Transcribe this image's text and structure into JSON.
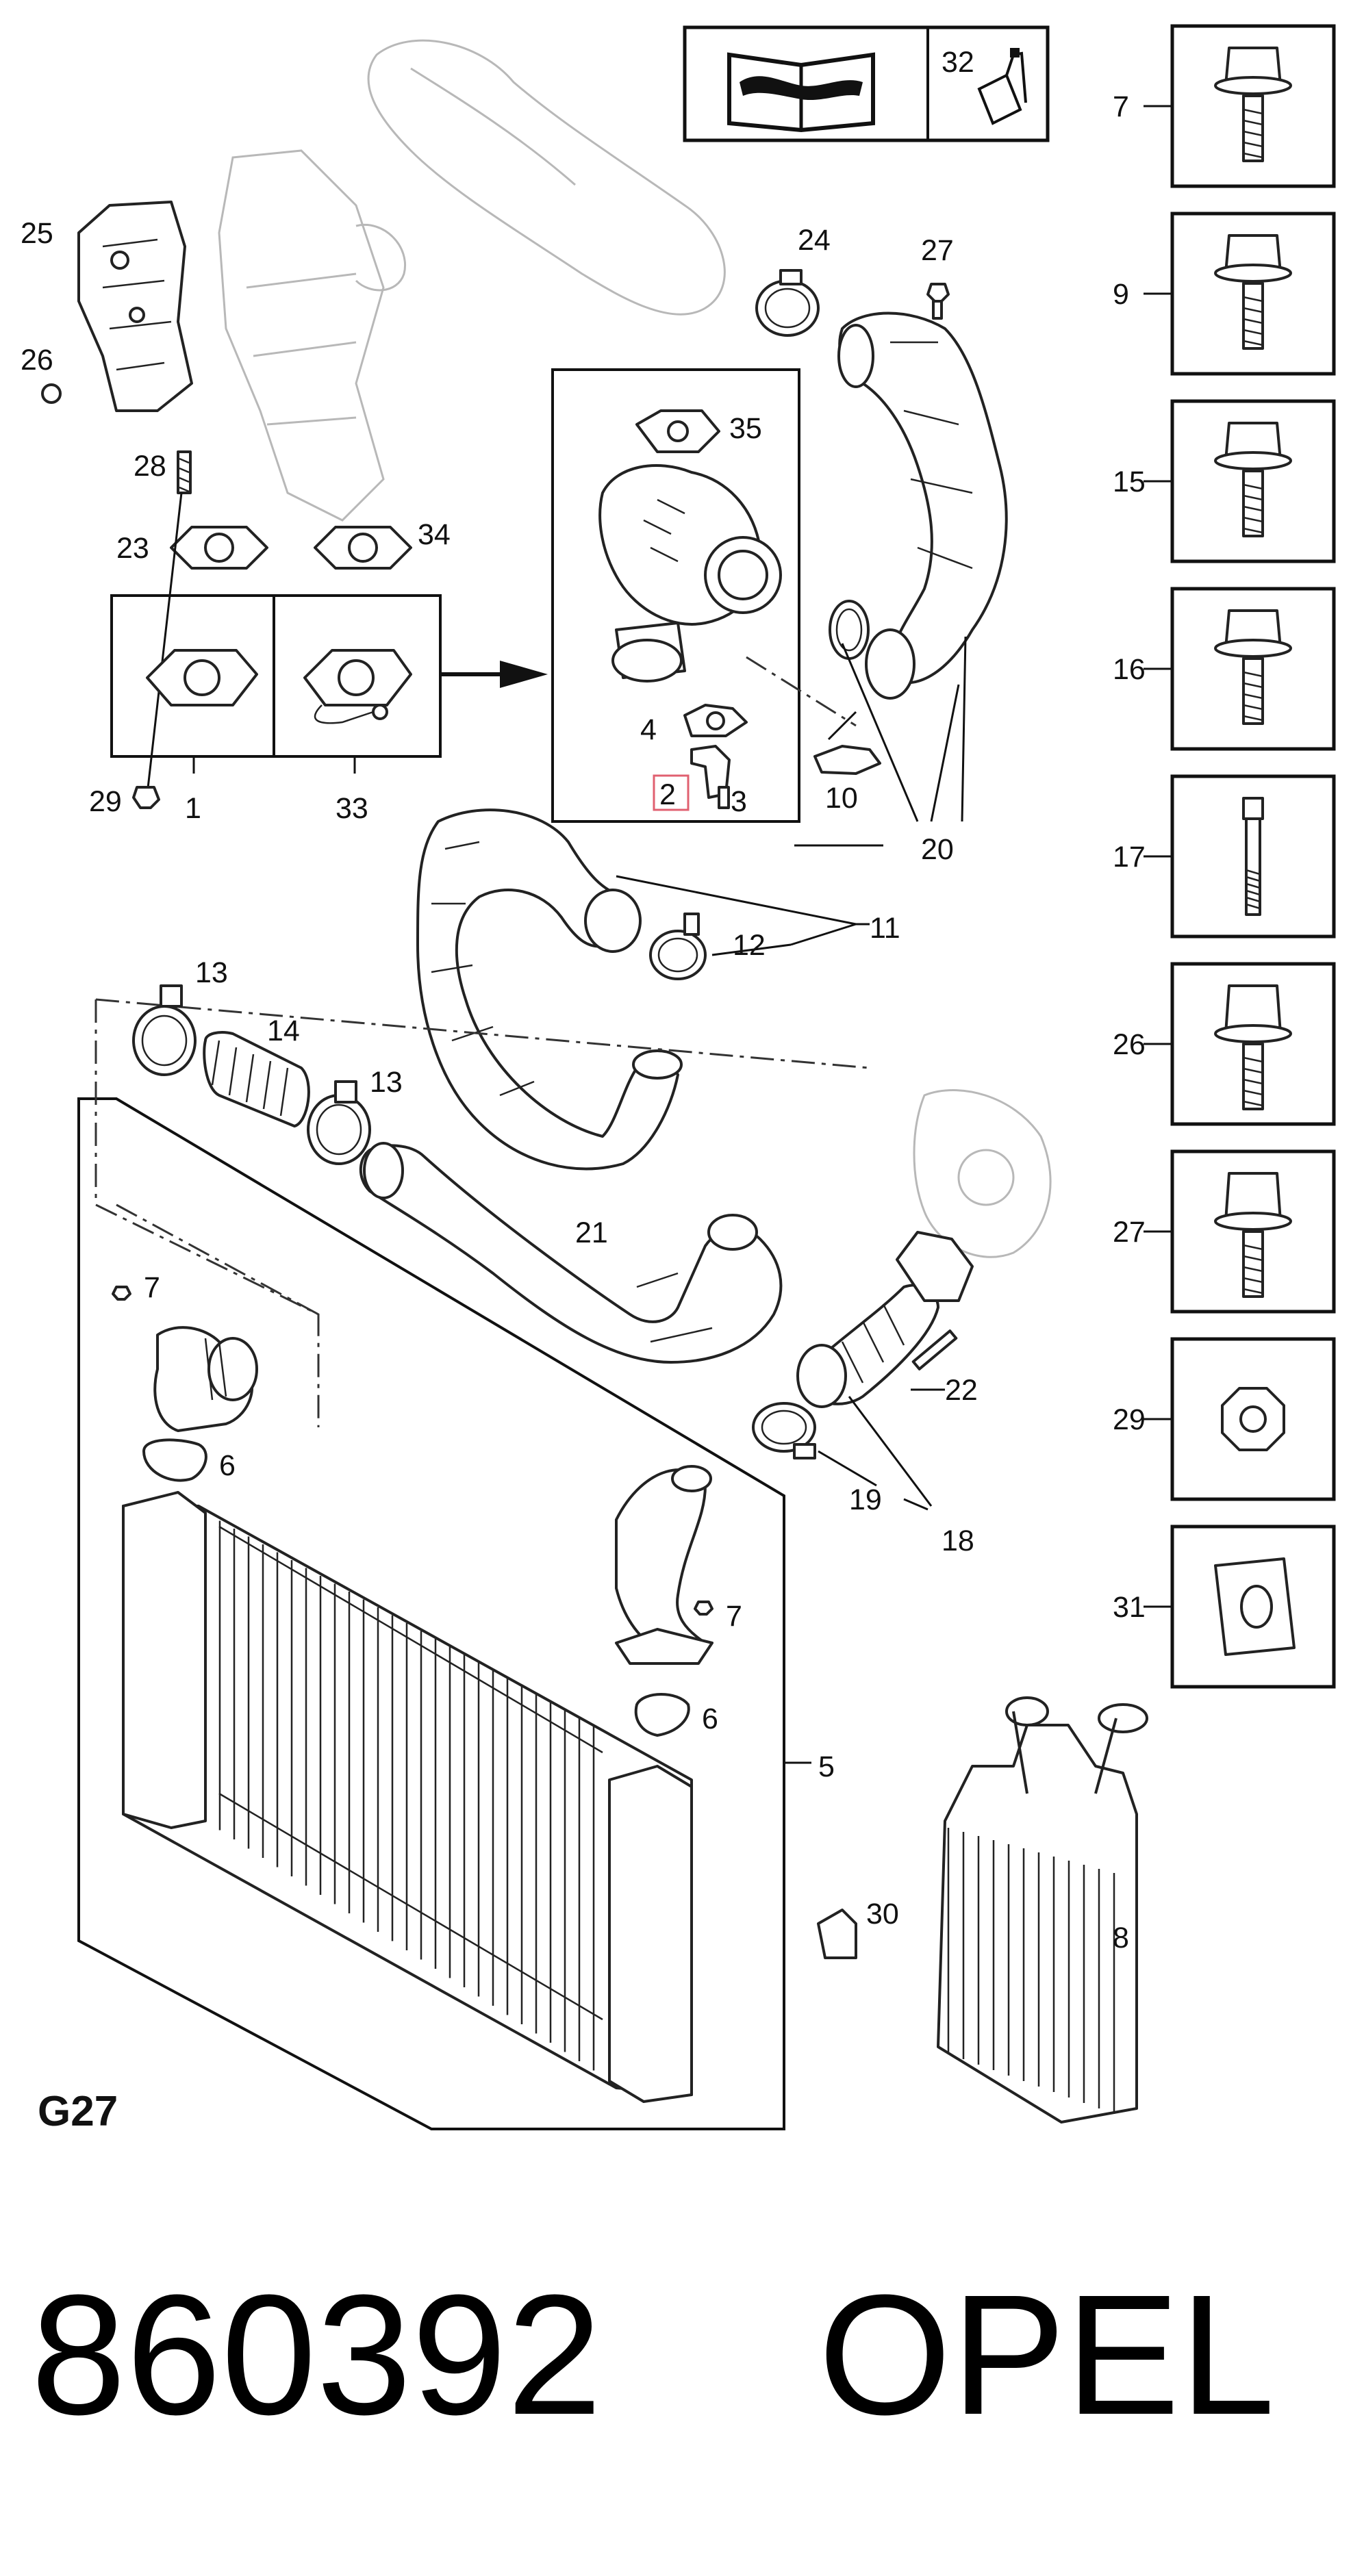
{
  "diagram": {
    "group_code": "G27",
    "highlighted_callout": "2",
    "highlight_color": "#e06070",
    "callouts": {
      "c1": "1",
      "c2": "2",
      "c3": "3",
      "c4": "4",
      "c5": "5",
      "c6a": "6",
      "c6b": "6",
      "c7a": "7",
      "c7b": "7",
      "c8": "8",
      "c10": "10",
      "c11": "11",
      "c12": "12",
      "c13a": "13",
      "c13b": "13",
      "c14": "14",
      "c18": "18",
      "c19": "19",
      "c20": "20",
      "c21": "21",
      "c22": "22",
      "c23": "23",
      "c24": "24",
      "c25": "25",
      "c26": "26",
      "c27": "27",
      "c28": "28",
      "c29": "29",
      "c30": "30",
      "c33": "33",
      "c34": "34",
      "c35": "35",
      "c32": "32"
    },
    "fastener_panel": [
      "7",
      "9",
      "15",
      "16",
      "17",
      "26",
      "27",
      "29",
      "31"
    ]
  },
  "footer": {
    "part_number": "860392",
    "brand": "OPEL"
  }
}
